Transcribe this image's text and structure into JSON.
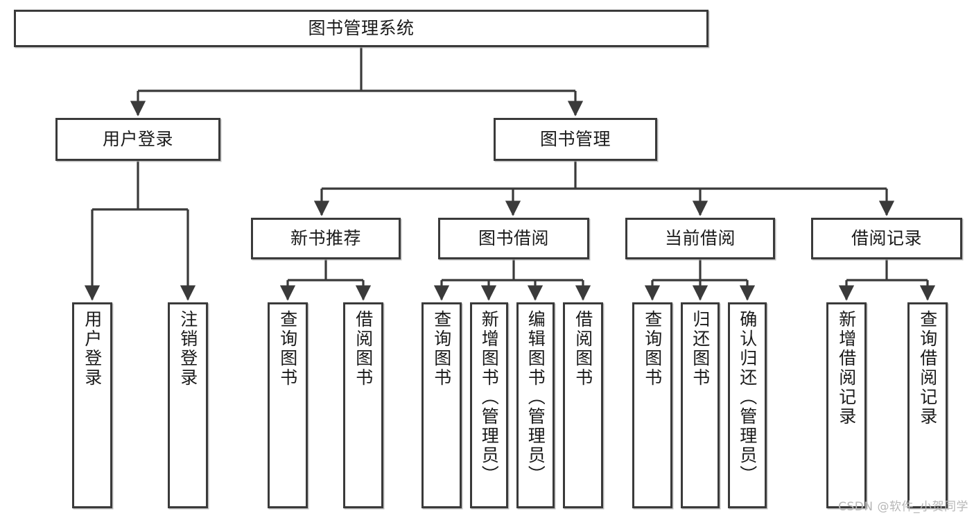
{
  "diagram": {
    "type": "tree",
    "title": "图书管理系统",
    "watermark": "CSDN @软件_小贺同学",
    "colors": {
      "box_border": "#3a3a3a",
      "box_fill": "#ffffff",
      "connector": "#3a3a3a",
      "text": "#1a1a1a",
      "watermark": "#b7b7b7"
    },
    "nodes": {
      "root": {
        "label": "图书管理系统"
      },
      "tier1": [
        {
          "label": "用户登录"
        },
        {
          "label": "图书管理"
        }
      ],
      "tier2": [
        {
          "label": "新书推荐"
        },
        {
          "label": "图书借阅"
        },
        {
          "label": "当前借阅"
        },
        {
          "label": "借阅记录"
        }
      ],
      "leaves": {
        "user_login": [
          {
            "label": "用户登录"
          },
          {
            "label": "注销登录"
          }
        ],
        "new_book_recommend": [
          {
            "label": "查询图书"
          },
          {
            "label": "借阅图书"
          }
        ],
        "book_borrow": [
          {
            "label": "查询图书"
          },
          {
            "label": "新增图书（管理员）"
          },
          {
            "label": "编辑图书（管理员）"
          },
          {
            "label": "借阅图书"
          }
        ],
        "current_borrow": [
          {
            "label": "查询图书"
          },
          {
            "label": "归还图书"
          },
          {
            "label": "确认归还（管理员）"
          }
        ],
        "borrow_record": [
          {
            "label": "新增借阅记录"
          },
          {
            "label": "查询借阅记录"
          }
        ]
      }
    }
  }
}
